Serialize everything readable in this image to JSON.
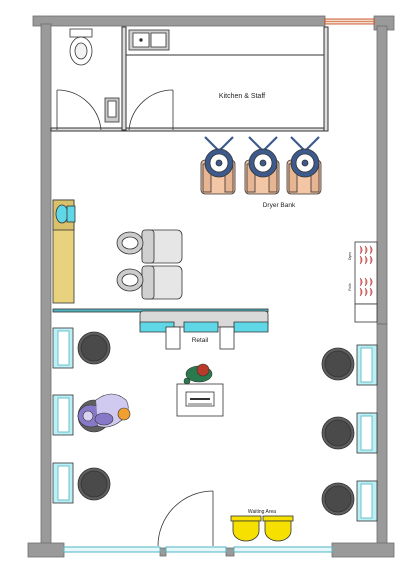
{
  "labels": {
    "kitchen": "Kitchen & Staff",
    "dryer": "Dryer Bank",
    "retail": "Retail",
    "waiting": "Waiting Area",
    "rack_top": "Dyes",
    "rack_bottom": "Foils"
  },
  "colors": {
    "wall": "#9a9a9a",
    "wall_dark": "#7d7d7d",
    "cyan": "#5fd7e6",
    "cyan_light": "#bdf0f6",
    "chair_dark": "#4a4a4a",
    "chair_seat": "#5e5e5e",
    "dryer_base": "#f3c6a6",
    "dryer_hood": "#3d5a8c",
    "counter_tan": "#e8d27e",
    "waiting_yellow": "#f5e000",
    "rack_pink": "#f2a0a0",
    "sink_grey": "#bdbdbd",
    "person_green": "#2a7a4e",
    "person_red": "#b83a2a",
    "stylist_purple": "#8878c8",
    "stylist_orange": "#f0a030"
  }
}
